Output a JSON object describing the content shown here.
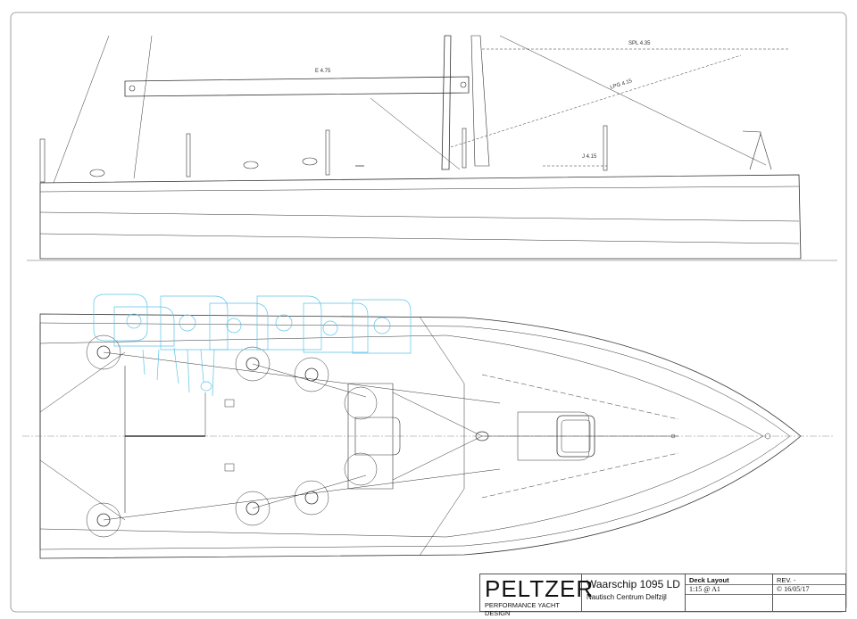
{
  "drawing": {
    "dimensions": {
      "e": "E 4.75",
      "spl": "SPL 4.35",
      "lpg": "LPG 4.15",
      "j": "J 4.15"
    }
  },
  "title_block": {
    "brand": "PELTZER",
    "tagline": "PERFORMANCE YACHT DESIGN",
    "project": "Waarschip 1095 LD",
    "client": "Nautisch Centrum Delfzijl",
    "sheet_title": "Deck Layout",
    "scale": "1:15 @ A1",
    "revision_label": "REV. -",
    "date": "16/05/17"
  },
  "colors": {
    "line": "#333333",
    "faint": "#9a9a9a",
    "crew": "#5cc4e6"
  }
}
